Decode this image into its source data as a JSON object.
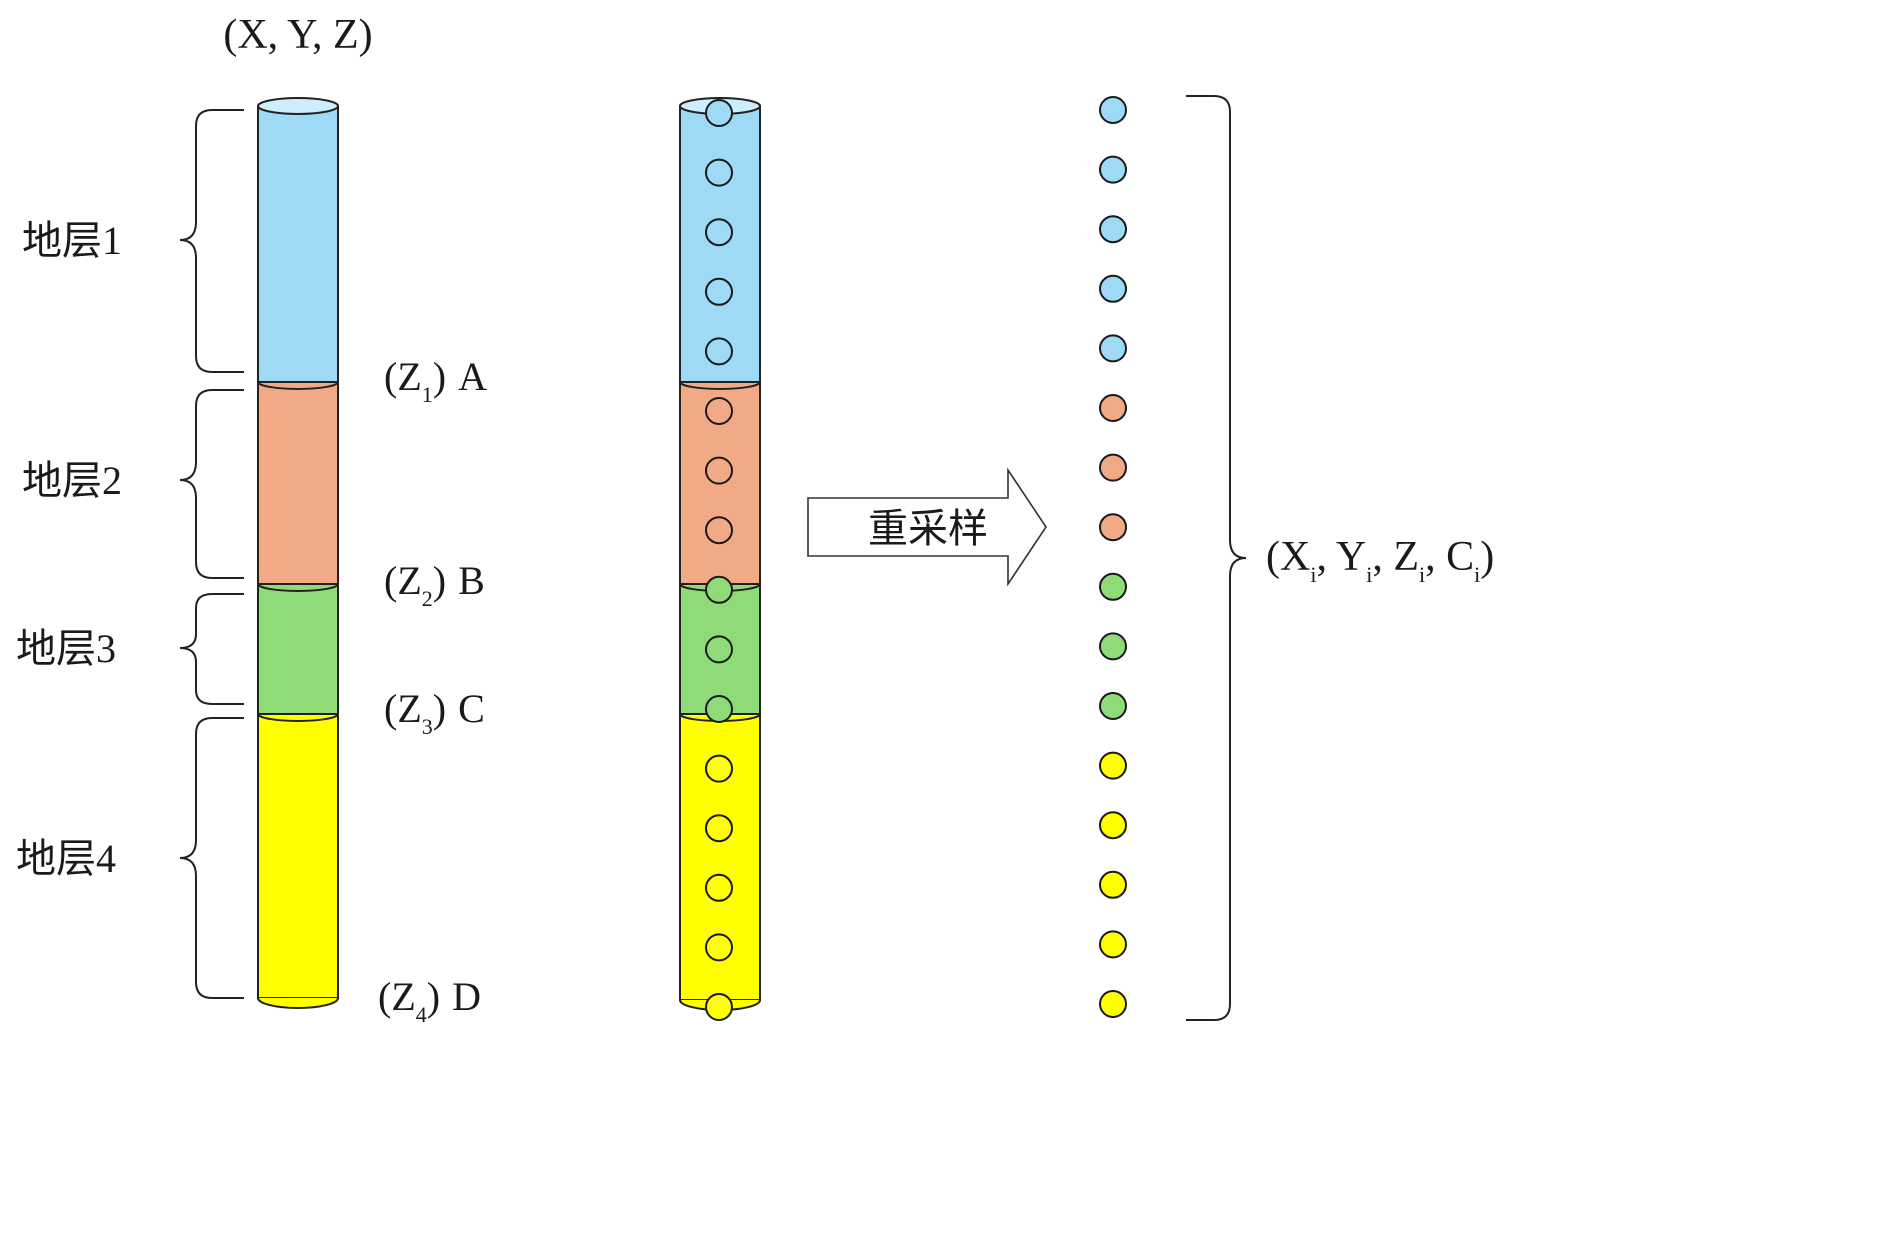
{
  "top_label": "(X, Y, Z)",
  "layers": [
    {
      "label": "地层1",
      "color": "#9ed9f5"
    },
    {
      "label": "地层2",
      "color": "#f2aa86"
    },
    {
      "label": "地层3",
      "color": "#8fdb78"
    },
    {
      "label": "地层4",
      "color": "#ffff00"
    }
  ],
  "boundaries": [
    {
      "open": "(Z",
      "sub": "1",
      "close": ")",
      "letter": "A"
    },
    {
      "open": "(Z",
      "sub": "2",
      "close": ")",
      "letter": "B"
    },
    {
      "open": "(Z",
      "sub": "3",
      "close": ")",
      "letter": "C"
    },
    {
      "open": "(Z",
      "sub": "4",
      "close": ")",
      "letter": "D"
    }
  ],
  "arrow_label": "重采样",
  "output_label": {
    "parts": [
      {
        "t": "(X",
        "s": "i"
      },
      {
        "t": ", Y",
        "s": "i"
      },
      {
        "t": ", Z",
        "s": "i"
      },
      {
        "t": ", C",
        "s": "i"
      },
      {
        "t": ")",
        "s": ""
      }
    ]
  },
  "sample_points": [
    "1",
    "1",
    "1",
    "1",
    "1",
    "2",
    "2",
    "2",
    "3",
    "3",
    "3",
    "4",
    "4",
    "4",
    "4",
    "4"
  ]
}
